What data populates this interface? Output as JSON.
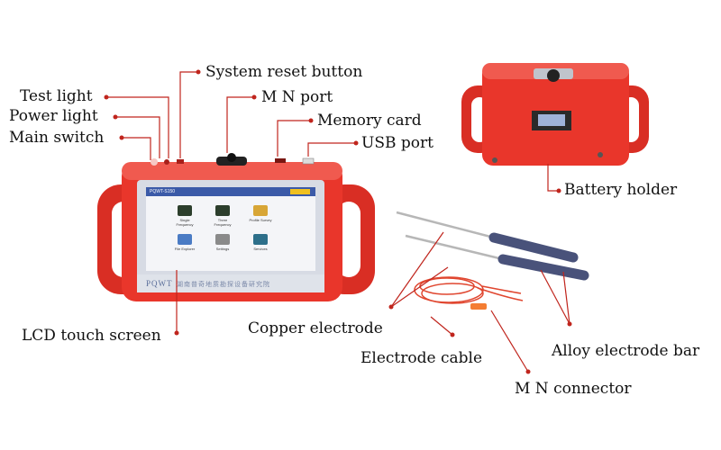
{
  "labels": {
    "system_reset_button": "System reset button",
    "test_light": "Test light",
    "mn_port": "M N port",
    "power_light": "Power light",
    "memory_card": "Memory card",
    "main_switch": "Main switch",
    "usb_port": "USB port",
    "battery_holder": "Battery holder",
    "lcd_touch_screen": "LCD touch screen",
    "copper_electrode": "Copper electrode",
    "electrode_cable": "Electrode cable",
    "alloy_electrode_bar": "Alloy electrode bar",
    "mn_connector": "M N connector"
  },
  "device": {
    "brand": "PQWT",
    "brand_subtitle": "湖南普奇地质勘探设备研究院",
    "screen_title": "PQWT-S150",
    "apps": [
      {
        "label": "Single Frequency",
        "color": "#2c3e2c"
      },
      {
        "label": "Three Frequency",
        "color": "#2c3e2c"
      },
      {
        "label": "Profile Survey",
        "color": "#d8a636"
      },
      {
        "label": "File Explorer",
        "color": "#4a7bc4"
      },
      {
        "label": "Settings",
        "color": "#8a8a8a"
      },
      {
        "label": "Services",
        "color": "#2d6f8a"
      }
    ]
  },
  "colors": {
    "device_red": "#e9362b",
    "device_dark_red": "#b91f18",
    "leader": "#c0251d",
    "screen_blue": "#3b5aa8"
  }
}
